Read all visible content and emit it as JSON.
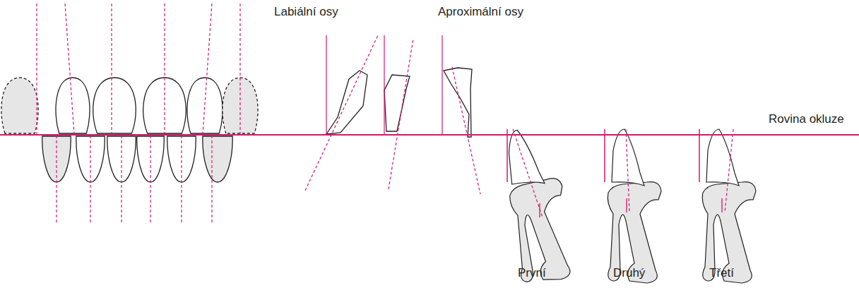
{
  "diagram": {
    "labels": [
      "Labiální osy",
      "Aproximální osy",
      "Rovina okluze",
      "První",
      "Druhý",
      "Třetí"
    ]
  }
}
